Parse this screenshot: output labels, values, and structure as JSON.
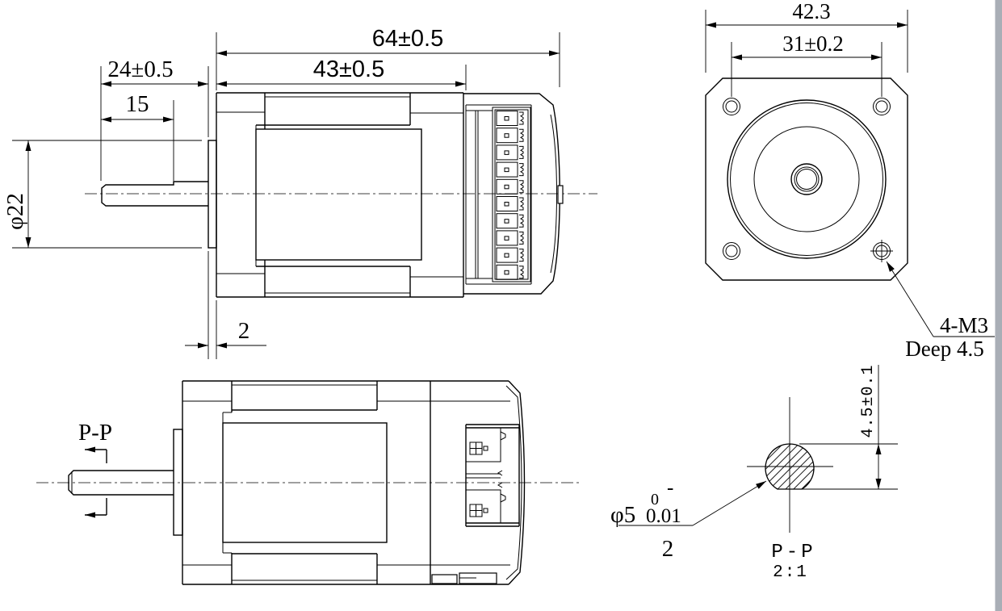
{
  "title": "stepper-motor-dimension-drawing",
  "colors": {
    "line": "#000000",
    "background": "#ffffff",
    "panel_edge": "#a9aeb6"
  },
  "views": {
    "side_top": {
      "dims": {
        "overall_length": "64±0.5",
        "body_length": "43±0.5",
        "shaft_length": "24±0.5",
        "flat_length": "15",
        "pilot_diameter": "φ22",
        "pilot_height": "2"
      }
    },
    "face": {
      "dims": {
        "frame_size": "42.3",
        "hole_spacing": "31±0.2"
      },
      "note": {
        "line1": "4-M3",
        "line2": "Deep 4.5"
      }
    },
    "side_bottom": {
      "section_mark": "P-P"
    },
    "section": {
      "dims": {
        "across_flat": "4.5±0.1",
        "shaft_diameter": "φ5",
        "tol_upper": "0",
        "tol_sign": "-",
        "tol_lower": "0.01",
        "flat_length": "2"
      },
      "label": "P-P",
      "scale": "2:1"
    }
  }
}
